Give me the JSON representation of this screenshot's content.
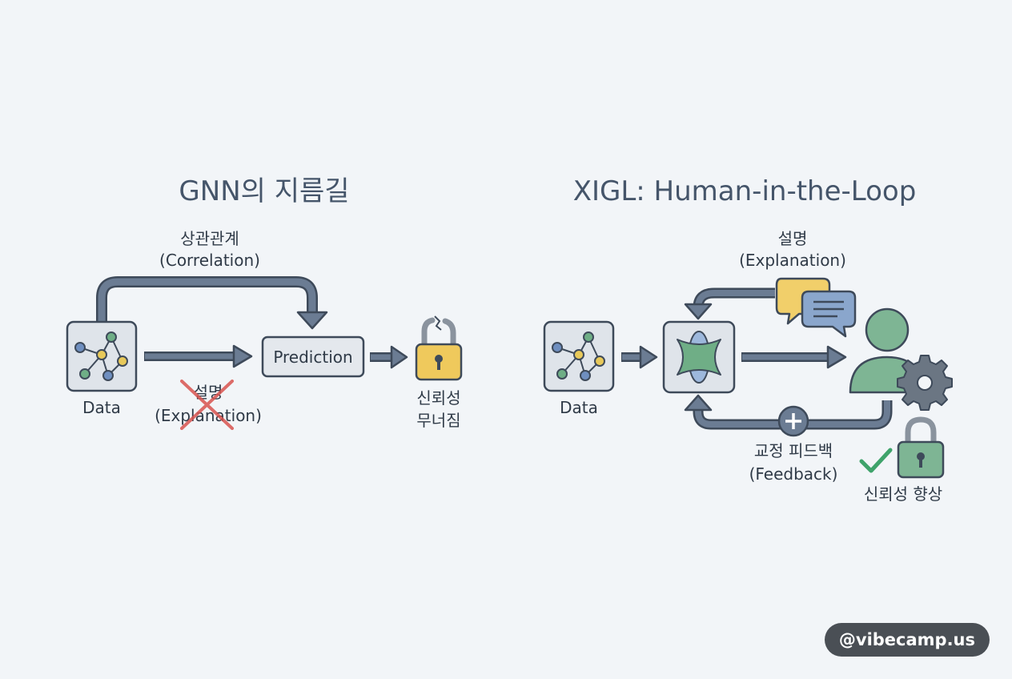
{
  "left": {
    "title": "GNN의 지름길",
    "correlation_ko": "상관관계",
    "correlation_en": "(Correlation)",
    "data_label": "Data",
    "prediction_label": "Prediction",
    "explanation_ko": "설명",
    "explanation_en": "(Explanation)",
    "trust_line1": "신뢰성",
    "trust_line2": "무너짐"
  },
  "right": {
    "title": "XIGL: Human-in-the-Loop",
    "explanation_ko": "설명",
    "explanation_en": "(Explanation)",
    "data_label": "Data",
    "feedback_ko": "교정 피드백",
    "feedback_en": "(Feedback)",
    "trust_label": "신뢰성 향상"
  },
  "watermark": "@vibecamp.us",
  "colors": {
    "arrow": "#6b7c93",
    "arrow_stroke": "#3e4a5a",
    "node_green": "#6fae86",
    "node_blue": "#6f8fc0",
    "node_yellow": "#e8c95a",
    "lock_yellow": "#efc95c",
    "lock_green": "#7eb594",
    "cross_red": "#d9534f",
    "check_green": "#3fa36b",
    "bubble_yellow": "#f1cf6a",
    "bubble_blue": "#8aa6cc"
  }
}
